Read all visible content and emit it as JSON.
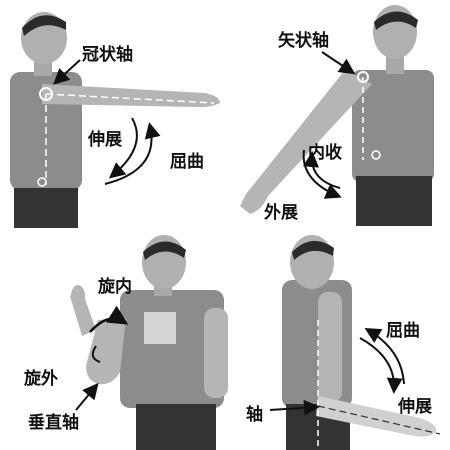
{
  "panels": [
    {
      "id": "top-left",
      "labels": {
        "axis": "冠状轴",
        "extension": "伸展",
        "flexion": "屈曲"
      }
    },
    {
      "id": "top-right",
      "labels": {
        "axis": "矢状轴",
        "adduction": "内收",
        "abduction": "外展"
      }
    },
    {
      "id": "bottom-left",
      "labels": {
        "internal_rotation": "旋内",
        "external_rotation": "旋外",
        "axis": "垂直轴"
      }
    },
    {
      "id": "bottom-right",
      "labels": {
        "flexion": "屈曲",
        "extension": "伸展",
        "axis": "轴"
      }
    }
  ],
  "colors": {
    "skin": "#b5b5b5",
    "shirt": "#8c8c8c",
    "hair": "#2a2a2a",
    "pants": "#333333",
    "arrow": "#111111",
    "axis_line": "#ffffff"
  }
}
